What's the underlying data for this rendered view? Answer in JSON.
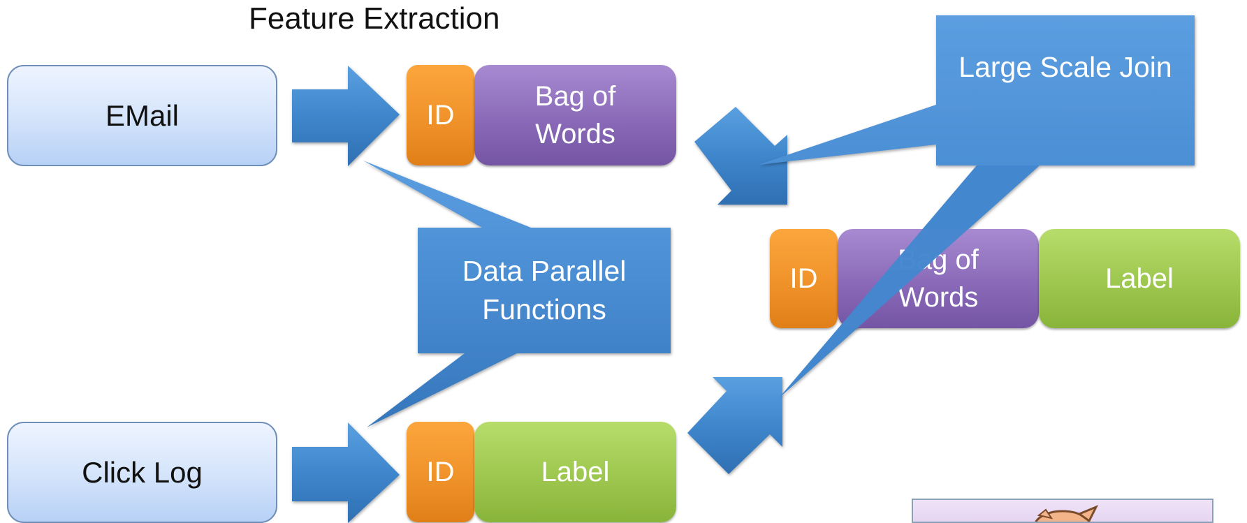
{
  "title": "Feature Extraction",
  "sources": {
    "email": "EMail",
    "click_log": "Click Log"
  },
  "email_row": {
    "id": "ID",
    "bag_of_words": "Bag of\nWords"
  },
  "click_row": {
    "id": "ID",
    "label": "Label"
  },
  "joined_row": {
    "id": "ID",
    "bag_of_words": "Bag of\nWords",
    "label": "Label"
  },
  "callouts": {
    "data_parallel": "Data Parallel\nFunctions",
    "large_scale_join": "Large Scale Join"
  },
  "colors": {
    "arrow_blue": "#3f7fc4",
    "callout_blue": "#4a8ed2",
    "id_orange": "#f0922a",
    "bow_purple": "#8a6ab8",
    "label_green": "#9dc74e",
    "source_light_blue": "#d6e5fb"
  },
  "icons": {
    "thumbnail": "pig-icon"
  }
}
